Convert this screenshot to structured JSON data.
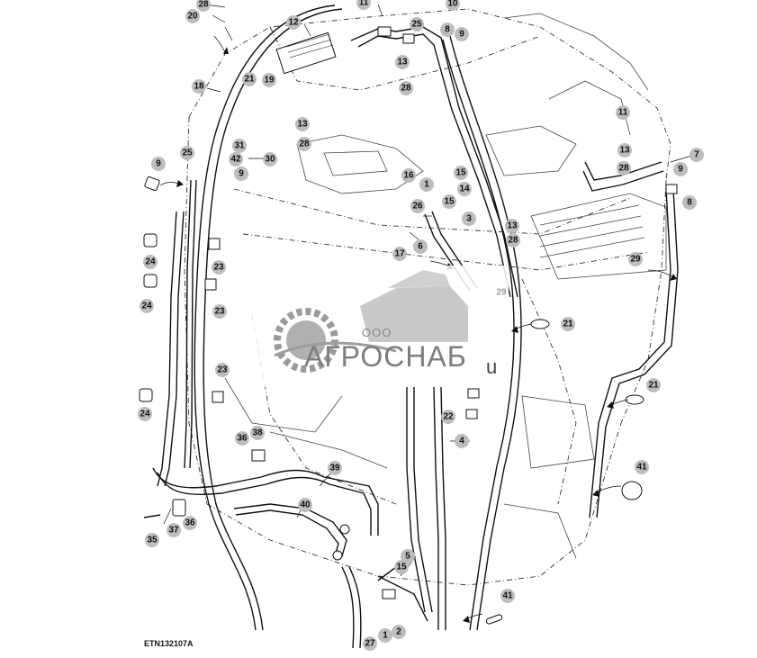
{
  "figure": {
    "reference": "ETN132107A",
    "watermark_company": "ООО",
    "watermark_name": "АГРОСНАБ",
    "watermark_suffix": "u"
  },
  "callouts": [
    {
      "id": "c-28-top",
      "label": "28"
    },
    {
      "id": "c-20",
      "label": "20"
    },
    {
      "id": "c-11-top",
      "label": "11"
    },
    {
      "id": "c-10",
      "label": "10"
    },
    {
      "id": "c-12",
      "label": "12"
    },
    {
      "id": "c-25-top",
      "label": "25"
    },
    {
      "id": "c-8-top",
      "label": "8"
    },
    {
      "id": "c-9-top",
      "label": "9"
    },
    {
      "id": "c-13-a",
      "label": "13"
    },
    {
      "id": "c-21-a",
      "label": "21"
    },
    {
      "id": "c-19",
      "label": "19"
    },
    {
      "id": "c-28-b",
      "label": "28"
    },
    {
      "id": "c-18",
      "label": "18"
    },
    {
      "id": "c-13-b",
      "label": "13"
    },
    {
      "id": "c-28-c",
      "label": "28"
    },
    {
      "id": "c-31",
      "label": "31"
    },
    {
      "id": "c-42",
      "label": "42"
    },
    {
      "id": "c-30",
      "label": "30"
    },
    {
      "id": "c-25-left",
      "label": "25"
    },
    {
      "id": "c-9-left",
      "label": "9"
    },
    {
      "id": "c-9-mid",
      "label": "9"
    },
    {
      "id": "c-16",
      "label": "16"
    },
    {
      "id": "c-15-a",
      "label": "15"
    },
    {
      "id": "c-1",
      "label": "1"
    },
    {
      "id": "c-14",
      "label": "14"
    },
    {
      "id": "c-26",
      "label": "26"
    },
    {
      "id": "c-15-b",
      "label": "15"
    },
    {
      "id": "c-3",
      "label": "3"
    },
    {
      "id": "c-13-c",
      "label": "13"
    },
    {
      "id": "c-28-d",
      "label": "28"
    },
    {
      "id": "c-6",
      "label": "6"
    },
    {
      "id": "c-17",
      "label": "17"
    },
    {
      "id": "c-11-right",
      "label": "11"
    },
    {
      "id": "c-13-right",
      "label": "13"
    },
    {
      "id": "c-28-right",
      "label": "28"
    },
    {
      "id": "c-7",
      "label": "7"
    },
    {
      "id": "c-9-right",
      "label": "9"
    },
    {
      "id": "c-8-right",
      "label": "8"
    },
    {
      "id": "c-24-a",
      "label": "24"
    },
    {
      "id": "c-23-a",
      "label": "23"
    },
    {
      "id": "c-24-b",
      "label": "24"
    },
    {
      "id": "c-23-b",
      "label": "23"
    },
    {
      "id": "c-29",
      "label": "29"
    },
    {
      "id": "c-21-b",
      "label": "21"
    },
    {
      "id": "c-23-c",
      "label": "23"
    },
    {
      "id": "c-24-c",
      "label": "24"
    },
    {
      "id": "c-22",
      "label": "22"
    },
    {
      "id": "c-21-c",
      "label": "21"
    },
    {
      "id": "c-4",
      "label": "4"
    },
    {
      "id": "c-36-a",
      "label": "36"
    },
    {
      "id": "c-38",
      "label": "38"
    },
    {
      "id": "c-39",
      "label": "39"
    },
    {
      "id": "c-41-a",
      "label": "41"
    },
    {
      "id": "c-40",
      "label": "40"
    },
    {
      "id": "c-37",
      "label": "37"
    },
    {
      "id": "c-36-b",
      "label": "36"
    },
    {
      "id": "c-35",
      "label": "35"
    },
    {
      "id": "c-5",
      "label": "5"
    },
    {
      "id": "c-15-c",
      "label": "15"
    },
    {
      "id": "c-41-b",
      "label": "41"
    },
    {
      "id": "c-27",
      "label": "27"
    },
    {
      "id": "c-1-b",
      "label": "1"
    },
    {
      "id": "c-2",
      "label": "2"
    }
  ],
  "plain_labels": [
    {
      "id": "p-9-topleft",
      "label": "9"
    },
    {
      "id": "p-9-right",
      "label": "9"
    },
    {
      "id": "p-9-cabin",
      "label": "9"
    },
    {
      "id": "p-29-ghost",
      "label": "29"
    }
  ]
}
